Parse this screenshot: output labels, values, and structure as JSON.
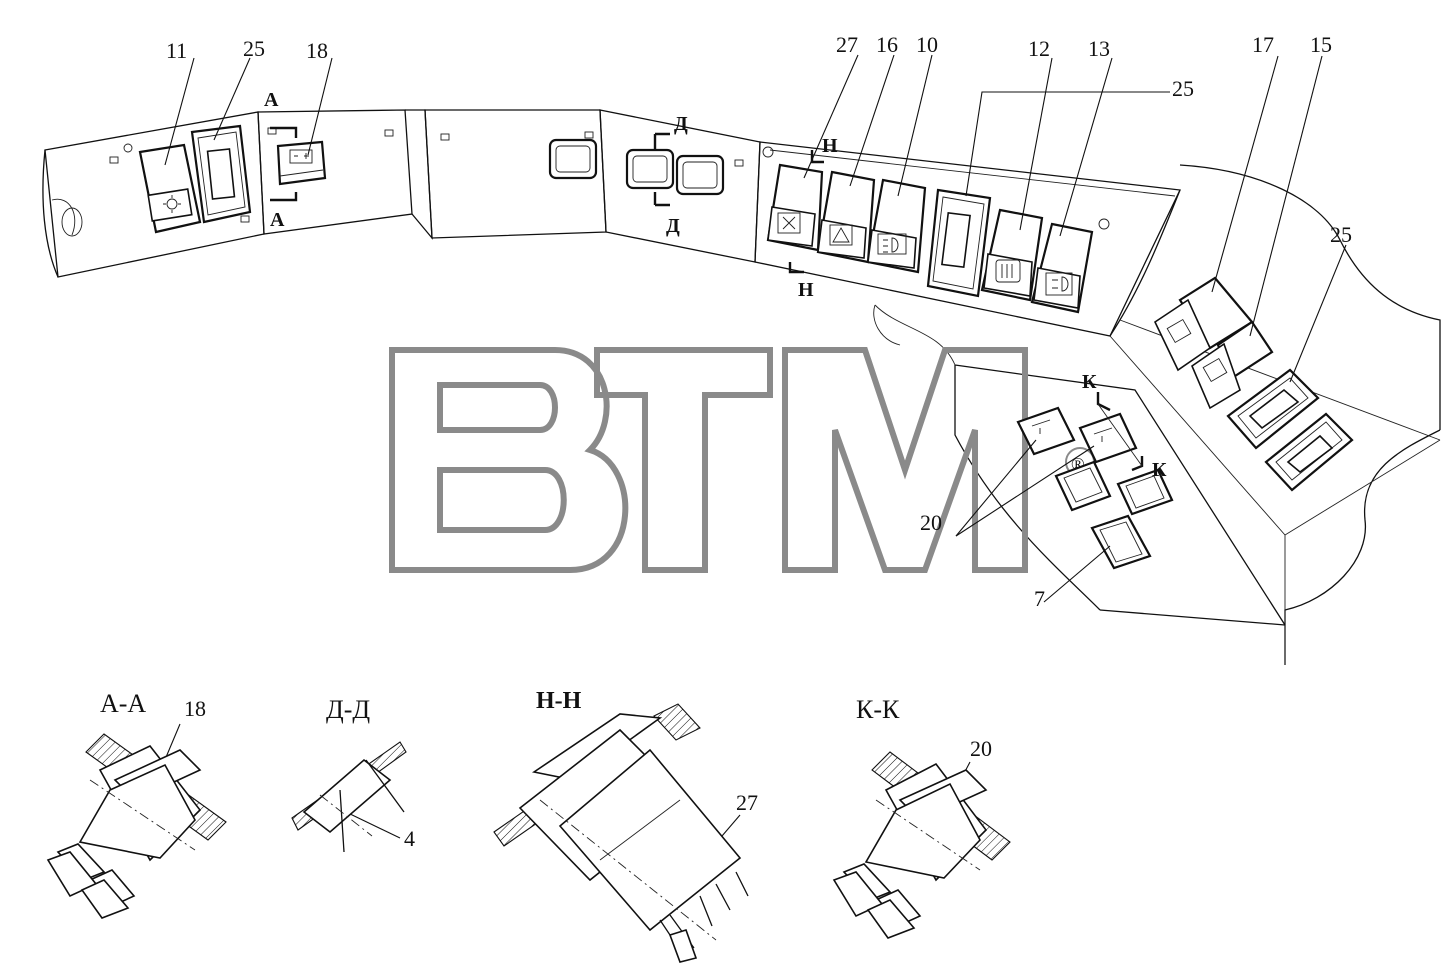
{
  "callouts": {
    "n11": "11",
    "n25a": "25",
    "n18": "18",
    "n27": "27",
    "n16": "16",
    "n10": "10",
    "n12": "12",
    "n13": "13",
    "n25b": "25",
    "n17": "17",
    "n15": "15",
    "n25c": "25",
    "n20": "20",
    "n7": "7"
  },
  "cut_marks": {
    "a_top": "А",
    "a_bot": "А",
    "d_top": "Д",
    "d_bot": "Д",
    "n_top": "Н",
    "n_bot": "Н",
    "k_top": "К",
    "k_bot": "К"
  },
  "sections": {
    "aa": {
      "title": "А-А",
      "part": "18"
    },
    "dd": {
      "title": "Д-Д",
      "part": "4"
    },
    "nn": {
      "title": "Н-Н",
      "part": "27"
    },
    "kk": {
      "title": "К-К",
      "part": "20"
    }
  },
  "watermark": {
    "text": "BTM",
    "mark": "®"
  },
  "icons": [
    "defrost-icon",
    "fan-icon",
    "hazard-icon",
    "fog-light-icon",
    "heated-mirror-icon",
    "headlight-icon",
    "battery-icon",
    "interior-light-icon"
  ]
}
